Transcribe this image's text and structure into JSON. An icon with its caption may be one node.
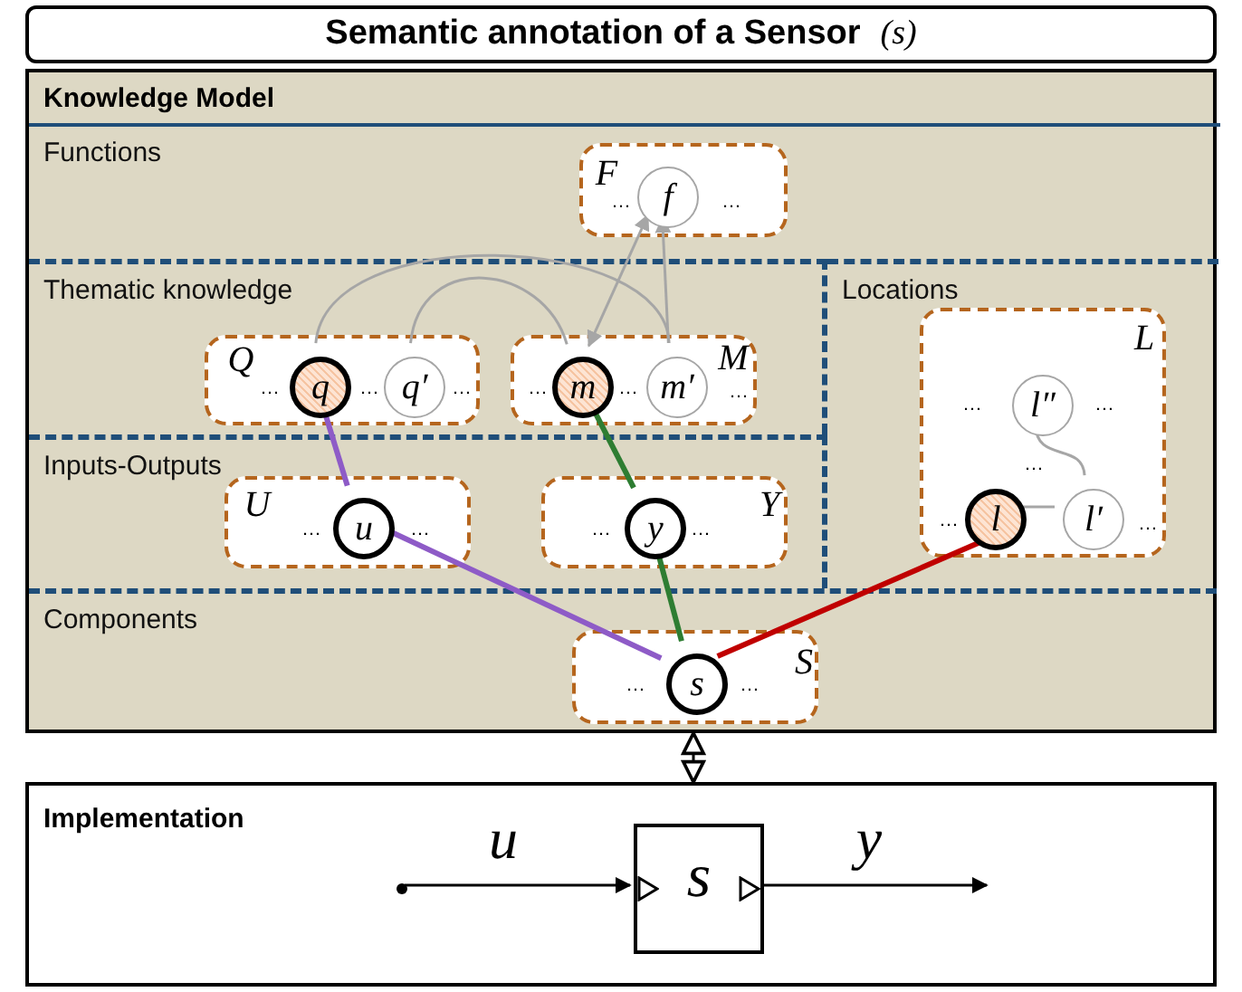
{
  "diagram": {
    "title": "Semantic annotation of a Sensor *(s)*",
    "nodes": [
      {
        "text": [
          "Knowledge Model"
        ]
      },
      {
        "text": [
          "Functions"
        ],
        "in": 0
      },
      {
        "text": [
          "F",
          "…",
          "…"
        ],
        "in": 1
      },
      {
        "text": [
          "f"
        ],
        "in": 2
      },
      {
        "text": [
          "Thematic knowledge"
        ],
        "in": 0
      },
      {
        "text": [
          "Q",
          "…",
          "…",
          "…"
        ],
        "in": 4
      },
      {
        "text": [
          "q"
        ],
        "in": 5
      },
      {
        "text": [
          "q′"
        ],
        "in": 5
      },
      {
        "text": [
          "…",
          "…",
          "M",
          "…"
        ],
        "in": 4
      },
      {
        "text": [
          "m"
        ],
        "in": 8
      },
      {
        "text": [
          "m′"
        ],
        "in": 8
      },
      {
        "text": [
          "Locations"
        ],
        "in": 0
      },
      {
        "text": [
          "L",
          "…",
          "…",
          "…",
          "…",
          "…"
        ],
        "in": 11
      },
      {
        "text": [
          "l″"
        ],
        "in": 12
      },
      {
        "text": [
          "l"
        ],
        "in": 12
      },
      {
        "text": [
          "l′"
        ],
        "in": 12
      },
      {
        "text": [
          "Inputs-Outputs"
        ],
        "in": 0
      },
      {
        "text": [
          "U",
          "…",
          "…"
        ],
        "in": 16
      },
      {
        "text": [
          "u"
        ],
        "in": 17
      },
      {
        "text": [
          "…",
          "…",
          "Y"
        ],
        "in": 16
      },
      {
        "text": [
          "y"
        ],
        "in": 19
      },
      {
        "text": [
          "Components"
        ],
        "in": 0
      },
      {
        "text": [
          "…",
          "…",
          "S"
        ],
        "in": 21
      },
      {
        "text": [
          "s"
        ],
        "in": 22
      },
      {
        "text": [
          "Implementation"
        ]
      },
      {
        "text": [],
        "shape": "circle",
        "in": 24
      },
      {
        "text": [
          "s"
        ],
        "in": 24
      }
    ],
    "edges": [
      {
        "from": 7,
        "to": 9,
        "arrow": "none"
      },
      {
        "from": 6,
        "to": 10,
        "arrow": "none"
      },
      {
        "from": 9,
        "to": 3,
        "arrow": "both"
      },
      {
        "from": 10,
        "to": 3,
        "arrow": "to"
      },
      {
        "from": 6,
        "to": 18,
        "arrow": "none",
        "style": "thick",
        "color": "#8e5bc7"
      },
      {
        "from": 18,
        "to": 23,
        "arrow": "none",
        "style": "thick",
        "color": "#8e5bc7"
      },
      {
        "from": 9,
        "to": 20,
        "arrow": "none",
        "style": "thick",
        "color": "#2e7d32"
      },
      {
        "from": 20,
        "to": 23,
        "arrow": "none",
        "style": "thick",
        "color": "#2e7d32"
      },
      {
        "from": 23,
        "to": 14,
        "arrow": "none",
        "style": "thick",
        "color": "#c00000"
      },
      {
        "from": 14,
        "to": 15,
        "arrow": "none"
      },
      {
        "from": 13,
        "to": 15,
        "arrow": "none"
      },
      {
        "from": 0,
        "to": 24,
        "arrow": "both",
        "color": "#000000"
      },
      {
        "from": 25,
        "to": 26,
        "arrow": "to",
        "label": "u",
        "color": "#000000"
      },
      {
        "from": 26,
        "to": null,
        "arrow": "to",
        "label": "y",
        "color": "#000000"
      }
    ]
  }
}
